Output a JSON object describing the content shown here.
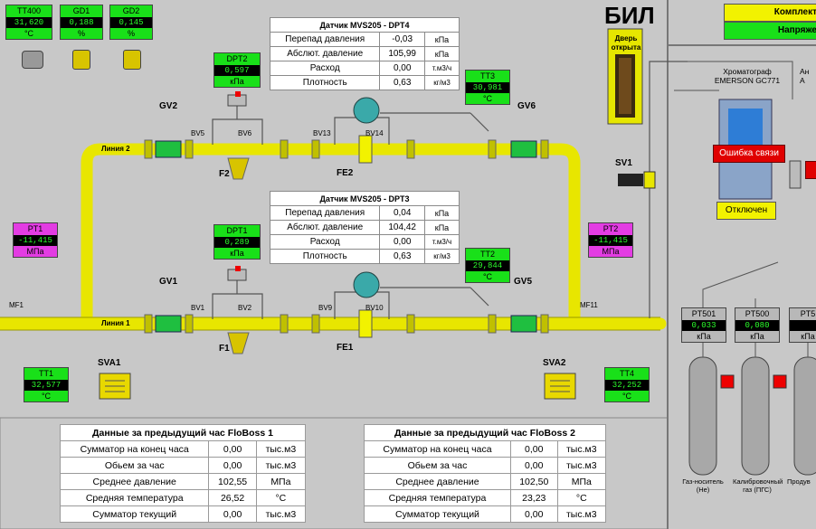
{
  "title": "БИЛ",
  "top_right": {
    "status1": "Комплект",
    "status2": "Напряже"
  },
  "door": {
    "line1": "Дверь",
    "line2": "открыта"
  },
  "top_tags": [
    {
      "name": "TT400",
      "value": "31,620",
      "unit": "°C"
    },
    {
      "name": "GD1",
      "value": "0,188",
      "unit": "%"
    },
    {
      "name": "GD2",
      "value": "0,145",
      "unit": "%"
    }
  ],
  "tags": {
    "dpt2": {
      "name": "DPT2",
      "value": "0,597",
      "unit": "кПа"
    },
    "dpt1": {
      "name": "DPT1",
      "value": "0,289",
      "unit": "кПа"
    },
    "tt3": {
      "name": "TT3",
      "value": "30,981",
      "unit": "°C"
    },
    "tt2": {
      "name": "TT2",
      "value": "29,844",
      "unit": "°C"
    },
    "pt1": {
      "name": "PT1",
      "value": "-11,415",
      "unit": "МПа"
    },
    "pt2": {
      "name": "PT2",
      "value": "-11,415",
      "unit": "МПа"
    },
    "tt1": {
      "name": "TT1",
      "value": "32,577",
      "unit": "°C"
    },
    "tt4": {
      "name": "TT4",
      "value": "32,252",
      "unit": "°C"
    },
    "pt501": {
      "name": "PT501",
      "value": "0,033",
      "unit": "кПа"
    },
    "pt500": {
      "name": "PT500",
      "value": "0,080",
      "unit": "кПа"
    },
    "pt5x": {
      "name": "PT5",
      "value": "",
      "unit": "кПа"
    }
  },
  "sensor_top": {
    "title": "Датчик MVS205 - DPT4",
    "rows": [
      [
        "Перепад давления",
        "-0,03",
        "кПа"
      ],
      [
        "Абслют. давление",
        "105,99",
        "кПа"
      ],
      [
        "Расход",
        "0,00",
        "т.м3/ч"
      ],
      [
        "Плотность",
        "0,63",
        "кг/м3"
      ]
    ]
  },
  "sensor_mid": {
    "title": "Датчик MVS205 - DPT3",
    "rows": [
      [
        "Перепад давления",
        "0,04",
        "кПа"
      ],
      [
        "Абслют. давление",
        "104,42",
        "кПа"
      ],
      [
        "Расход",
        "0,00",
        "т.м3/ч"
      ],
      [
        "Плотность",
        "0,63",
        "кг/м3"
      ]
    ]
  },
  "labels": {
    "gv2": "GV2",
    "gv6": "GV6",
    "gv1": "GV1",
    "gv5": "GV5",
    "f2": "F2",
    "f1": "F1",
    "fe2": "FE2",
    "fe1": "FE1",
    "bv5": "BV5",
    "bv6": "BV6",
    "bv13": "BV13",
    "bv14": "BV14",
    "bv9": "BV9",
    "bv10": "BV10",
    "bv1": "BV1",
    "bv2": "BV2",
    "line2": "Линия 2",
    "line1": "Линия 1",
    "sv1": "SV1",
    "sva1": "SVA1",
    "sva2": "SVA2",
    "mf1": "MF1",
    "mf11": "MF11"
  },
  "chromatograph": {
    "line1": "Хроматограф",
    "line2": "EMERSON GC771",
    "error": "Ошибка связи",
    "off": "Отключен",
    "an": "Ан",
    "a": "А"
  },
  "gas": {
    "g1a": "Газ-носитель",
    "g1b": "(He)",
    "g2a": "Калибровочный",
    "g2b": "газ (ПГС)",
    "g3a": "Продув"
  },
  "hour1": {
    "title": "Данные за предыдущий час FloBoss 1",
    "rows": [
      [
        "Сумматор на конец часа",
        "0,00",
        "тыс.м3"
      ],
      [
        "Обьем за час",
        "0,00",
        "тыс.м3"
      ],
      [
        "Среднее давление",
        "102,55",
        "МПа"
      ],
      [
        "Средняя температура",
        "26,52",
        "°C"
      ],
      [
        "Сумматор текущий",
        "0,00",
        "тыс.м3"
      ]
    ]
  },
  "hour2": {
    "title": "Данные за предыдущий час FloBoss 2",
    "rows": [
      [
        "Сумматор на конец часа",
        "0,00",
        "тыс.м3"
      ],
      [
        "Обьем за час",
        "0,00",
        "тыс.м3"
      ],
      [
        "Среднее давление",
        "102,50",
        "МПа"
      ],
      [
        "Средняя температура",
        "23,23",
        "°C"
      ],
      [
        "Сумматор текущий",
        "0,00",
        "тыс.м3"
      ]
    ]
  }
}
